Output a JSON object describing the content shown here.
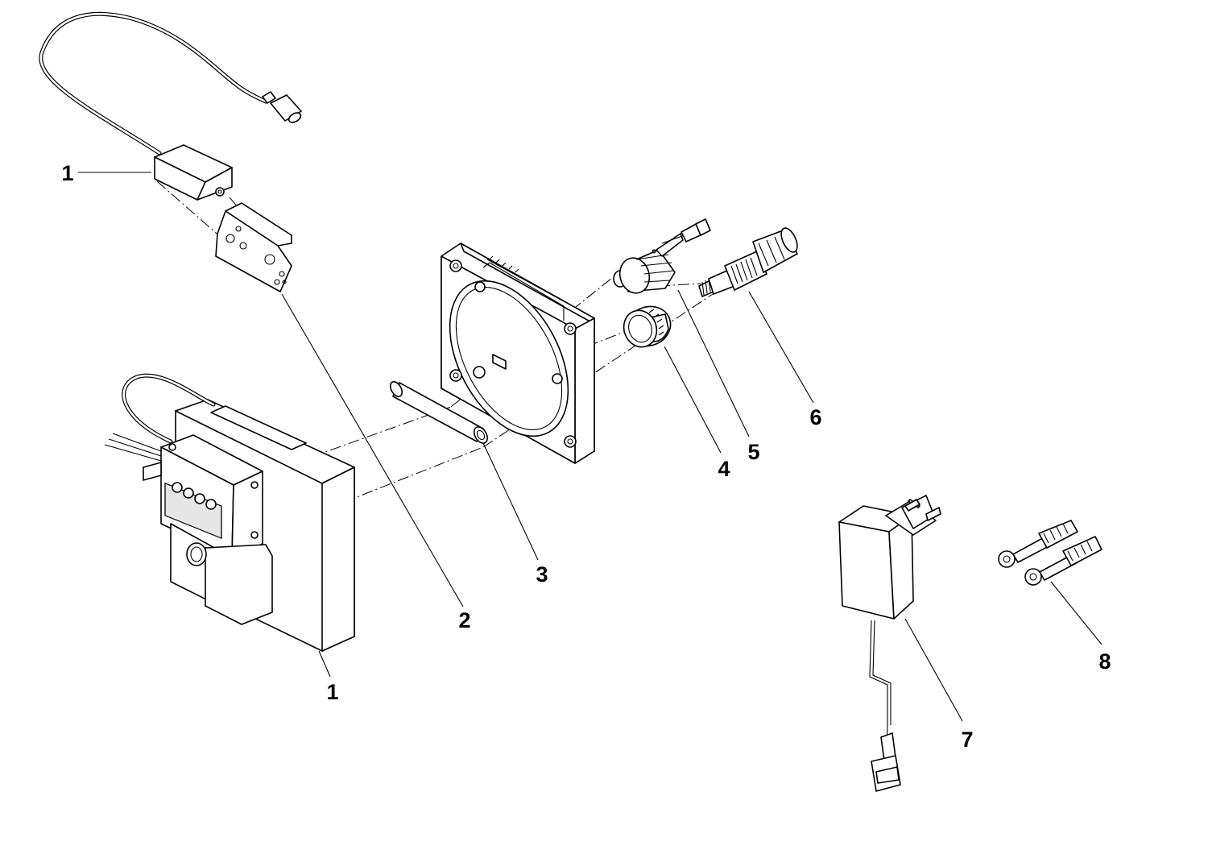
{
  "diagram": {
    "style": "exploded-view line drawing",
    "line_color": "#000000",
    "background": "#ffffff",
    "callouts": [
      {
        "id": "callout-1-sensor",
        "label": "1",
        "points_to": "sensor-module"
      },
      {
        "id": "callout-1-control",
        "label": "1",
        "points_to": "control-box"
      },
      {
        "id": "callout-2",
        "label": "2",
        "points_to": "mounting-bracket"
      },
      {
        "id": "callout-3",
        "label": "3",
        "points_to": "spacer-tube"
      },
      {
        "id": "callout-4",
        "label": "4",
        "points_to": "threaded-nut"
      },
      {
        "id": "callout-5",
        "label": "5",
        "points_to": "solenoid-valve"
      },
      {
        "id": "callout-6",
        "label": "6",
        "points_to": "valve-cartridge"
      },
      {
        "id": "callout-7",
        "label": "7",
        "points_to": "power-adapter"
      },
      {
        "id": "callout-8",
        "label": "8",
        "points_to": "screws-and-dowels"
      }
    ]
  }
}
